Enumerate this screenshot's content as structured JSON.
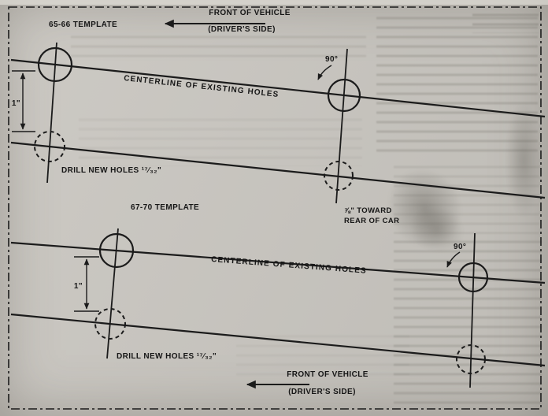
{
  "page": {
    "paper_color": "#c9c6c0",
    "ink_color": "#1b1b1b"
  },
  "templates": [
    {
      "title": "65-66 TEMPLATE",
      "front_of_vehicle": "FRONT OF VEHICLE",
      "drivers_side": "(DRIVER'S SIDE)",
      "centerline_label": "CENTERLINE OF EXISTING HOLES",
      "angle_label": "90°",
      "dimension_label": "1\"",
      "drill_label": "DRILL NEW HOLES ¹⁷⁄₃₂\"",
      "offset_label_line1": "⅞\" TOWARD",
      "offset_label_line2": "REAR OF CAR"
    },
    {
      "title": "67-70 TEMPLATE",
      "front_of_vehicle": "FRONT OF VEHICLE",
      "drivers_side": "(DRIVER'S SIDE)",
      "centerline_label": "CENTERLINE OF EXISTING HOLES",
      "angle_label": "90°",
      "dimension_label": "1\"",
      "drill_label": "DRILL NEW HOLES ¹⁷⁄₃₂\""
    }
  ]
}
